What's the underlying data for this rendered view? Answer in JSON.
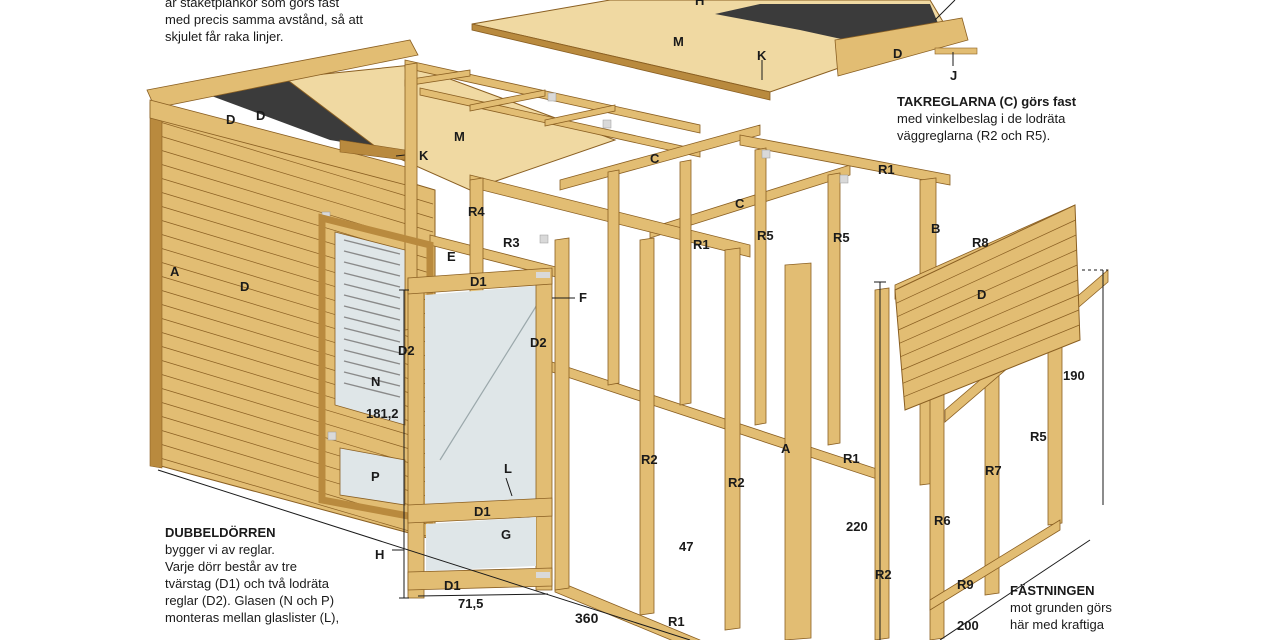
{
  "colors": {
    "wood": "#e2bd73",
    "wood_dark": "#b98a3e",
    "wood_edge": "#8a5f22",
    "plywood": "#f0d9a2",
    "roof_felt": "#3b3b3b",
    "glass": "#dfe6e8",
    "line": "#1a1a1a",
    "bracket": "#d9d9d9"
  },
  "captions": {
    "top_left": "är staketplankor som görs fast\nmed precis samma avstånd, så att\nskjulet får raka linjer.",
    "rafters": {
      "head": "TAKREGLARNA (C) görs fast",
      "body": "med vinkelbeslag i de lodräta\nväggreglarna (R2 och R5)."
    },
    "door": {
      "head": "DUBBELDÖRREN",
      "body": "bygger vi av reglar.\nVarje dörr består av tre\ntvärstag (D1) och två lodräta\nreglar (D2). Glasen (N och P)\nmonteras mellan glaslister (L),"
    },
    "fastening": {
      "head": "FÄSTNINGEN",
      "body": "mot grunden görs\nhär med kraftiga"
    }
  },
  "labels": {
    "top_h": "H",
    "top_m": "M",
    "top_k": "K",
    "top_d": "D",
    "top_j": "J",
    "roof_d1": "D",
    "roof_d2": "D",
    "roof_m": "M",
    "roof_k": "K",
    "c1": "C",
    "c2": "C",
    "r4": "R4",
    "r3": "R3",
    "e": "E",
    "r1_a": "R1",
    "r1_b": "R1",
    "r1_c": "R1",
    "r1_d": "R1",
    "r5_a": "R5",
    "r5_b": "R5",
    "r5_c": "R5",
    "b": "B",
    "r8": "R8",
    "d_panel": "D",
    "a_side": "A",
    "d_side": "D",
    "a_post": "A",
    "d1_top": "D1",
    "f": "F",
    "d2_left": "D2",
    "d2_right": "D2",
    "n": "N",
    "p": "P",
    "l": "L",
    "d1_mid": "D1",
    "g": "G",
    "d1_bot": "D1",
    "h": "H",
    "r2_a": "R2",
    "r2_b": "R2",
    "r2_c": "R2",
    "r6": "R6",
    "r7": "R7",
    "r9": "R9",
    "dim_1812": "181,2",
    "dim_715": "71,5",
    "dim_360": "360",
    "dim_47": "47",
    "dim_220": "220",
    "dim_190": "190",
    "dim_200": "200"
  }
}
